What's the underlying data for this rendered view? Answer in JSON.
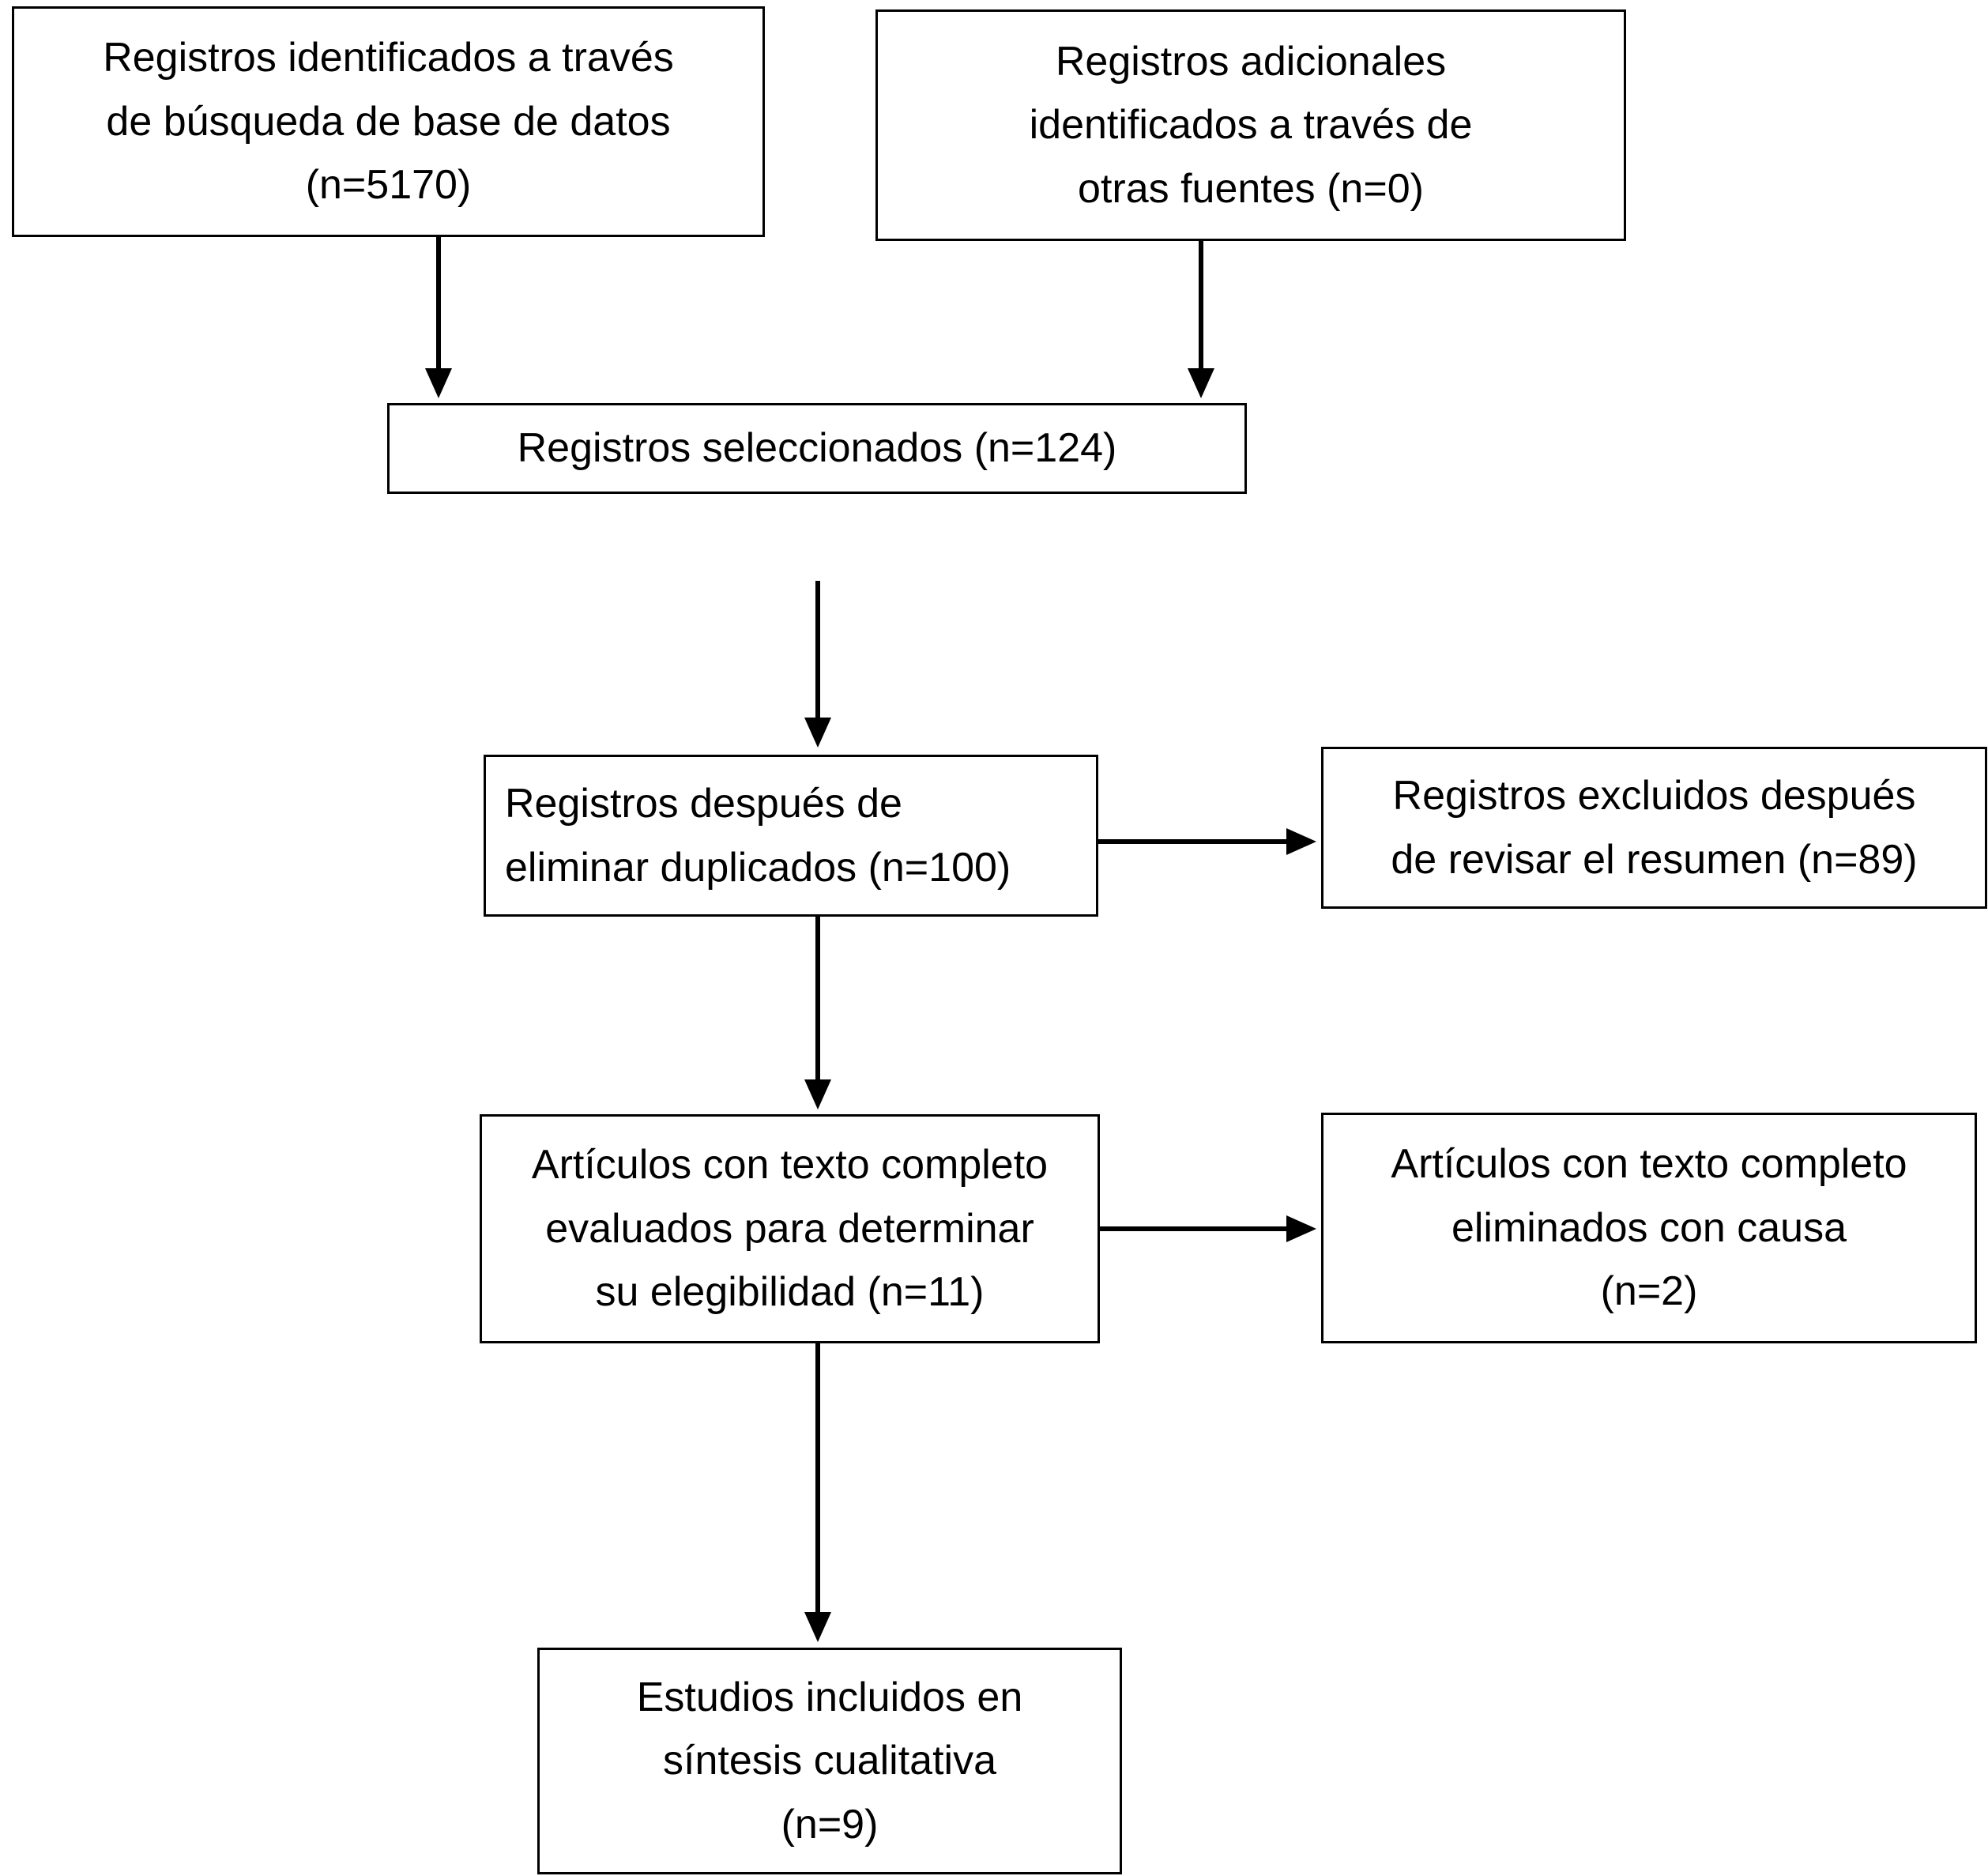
{
  "diagram": {
    "title": "PRISMA flow diagram (Spanish)",
    "colors": {
      "border": "#000000",
      "text": "#000000",
      "background": "#ffffff"
    },
    "boxes": {
      "identified_db": {
        "lines": {
          "0": "Registros identificados a través",
          "1": "de búsqueda de base de datos",
          "2": "(n=5170)"
        },
        "n": "5170"
      },
      "identified_other": {
        "lines": {
          "0": "Registros adicionales",
          "1": "identificados a través de",
          "2": "otras fuentes (n=0)"
        },
        "n": "0"
      },
      "screened": {
        "lines": {
          "0": "Registros seleccionados (n=124)"
        },
        "n": "124"
      },
      "after_duplicates": {
        "lines": {
          "0": "Registros después de",
          "1": "eliminar duplicados (n=100)"
        },
        "n": "100"
      },
      "excluded_abstract": {
        "lines": {
          "0": "Registros excluidos después",
          "1": "de revisar el resumen (n=89)"
        },
        "n": "89"
      },
      "fulltext_assessed": {
        "lines": {
          "0": "Artículos con texto completo",
          "1": "evaluados para determinar",
          "2": "su elegibilidad (n=11)"
        },
        "n": "11"
      },
      "fulltext_excluded": {
        "lines": {
          "0": "Artículos con texto completo",
          "1": "eliminados con causa",
          "2": "(n=2)"
        },
        "n": "2"
      },
      "included": {
        "lines": {
          "0": "Estudios incluidos en",
          "1": "síntesis cualitativa",
          "2": "(n=9)"
        },
        "n": "9"
      }
    }
  }
}
